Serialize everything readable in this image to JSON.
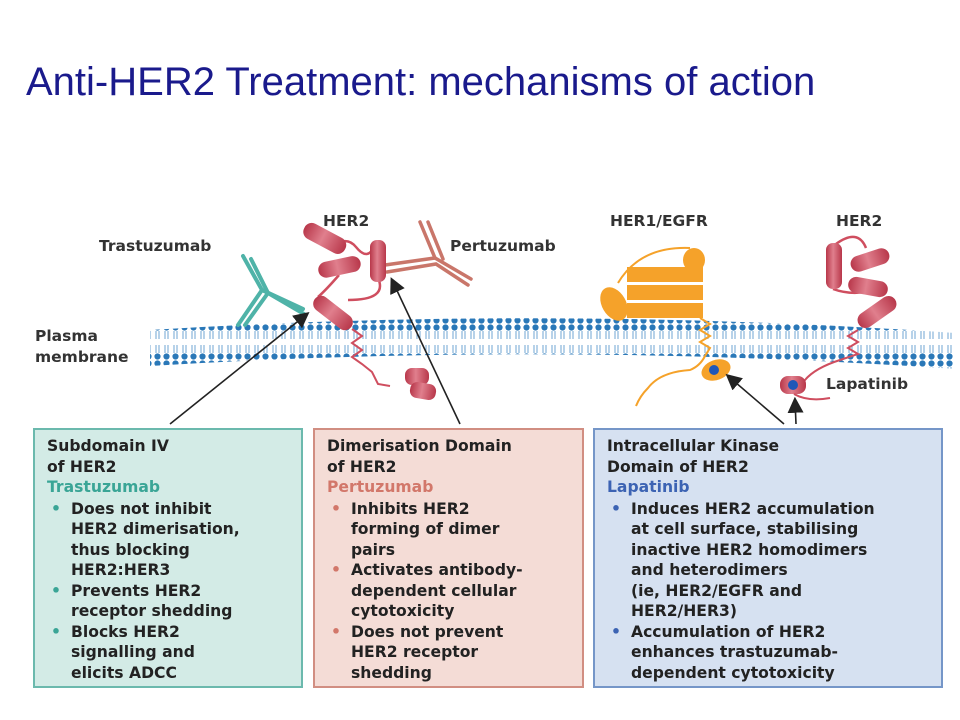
{
  "title": "Anti-HER2 Treatment: mechanisms of action",
  "labels": {
    "her2_left": "HER2",
    "trastuzumab": "Trastuzumab",
    "pertuzumab": "Pertuzumab",
    "her1_egfr": "HER1/EGFR",
    "her2_right": "HER2",
    "plasma_line1": "Plasma",
    "plasma_line2": "membrane",
    "lapatinib": "Lapatinib"
  },
  "boxes": [
    {
      "header_line1": "Subdomain IV",
      "header_line2": "of HER2",
      "drug": "Trastuzumab",
      "bullets": [
        [
          "Does not inhibit",
          "HER2 dimerisation,",
          "thus blocking",
          "HER2:HER3"
        ],
        [
          "Prevents HER2",
          "receptor shedding"
        ],
        [
          "Blocks HER2",
          "signalling and",
          "elicits ADCC"
        ]
      ]
    },
    {
      "header_line1": "Dimerisation Domain",
      "header_line2": "of HER2",
      "drug": "Pertuzumab",
      "bullets": [
        [
          "Inhibits HER2",
          "forming of dimer",
          "pairs"
        ],
        [
          "Activates antibody-",
          "dependent cellular",
          "cytotoxicity"
        ],
        [
          "Does not prevent",
          "HER2 receptor",
          "shedding"
        ]
      ]
    },
    {
      "header_line1": "Intracellular Kinase",
      "header_line2": "Domain of HER2",
      "drug": "Lapatinib",
      "bullets": [
        [
          "Induces HER2 accumulation",
          "at cell surface, stabilising",
          "inactive HER2 homodimers",
          "and heterodimers",
          "(ie, HER2/EGFR and",
          "HER2/HER3)"
        ],
        [
          "Accumulation of HER2",
          "enhances trastuzumab-",
          "dependent cytotoxicity"
        ]
      ]
    }
  ],
  "colors": {
    "title": "#1a1a8c",
    "her2_receptor": "#cf4e5f",
    "egfr_receptor": "#f5a22a",
    "trastuzumab": "#4fb3a8",
    "pertuzumab": "#c9766a",
    "membrane": "#2a78b8"
  }
}
